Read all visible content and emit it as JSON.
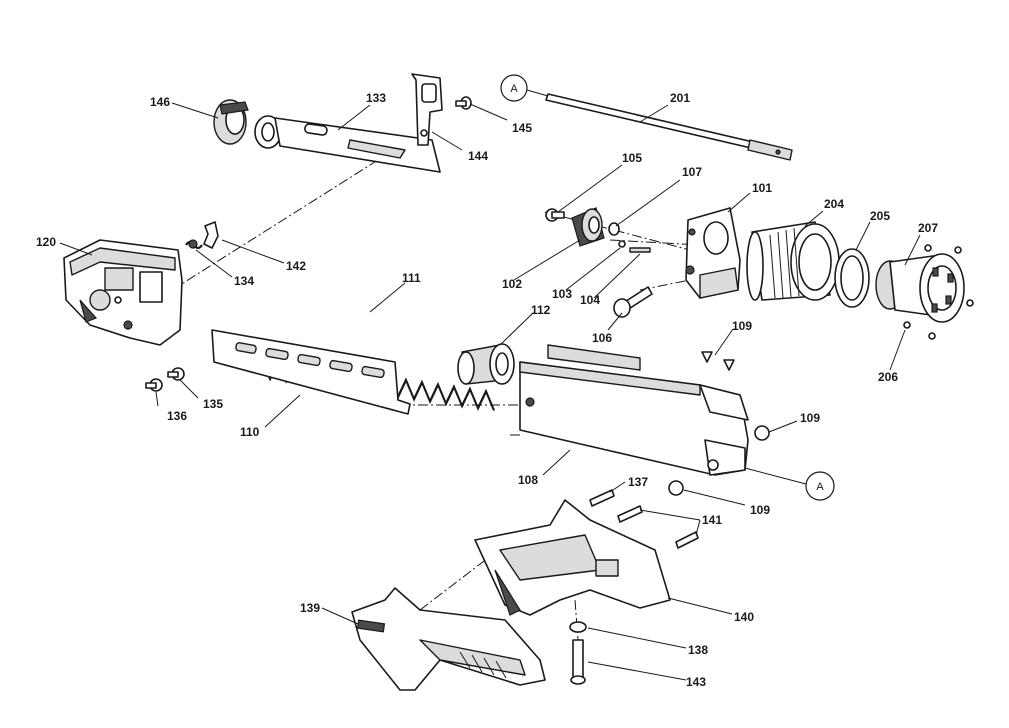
{
  "callouts": {
    "a_top": "A",
    "a_bottom": "A"
  },
  "labels": {
    "p146": "146",
    "p133": "133",
    "p145": "145",
    "p144": "144",
    "p201": "201",
    "p105": "105",
    "p107": "107",
    "p101": "101",
    "p204": "204",
    "p205": "205",
    "p207": "207",
    "p120": "120",
    "p142": "142",
    "p134": "134",
    "p111": "111",
    "p102": "102",
    "p103": "103",
    "p104": "104",
    "p106": "106",
    "p112": "112",
    "p109a": "109",
    "p206": "206",
    "p135": "135",
    "p136": "136",
    "p110": "110",
    "p109b": "109",
    "p108": "108",
    "p137": "137",
    "p109c": "109",
    "p141": "141",
    "p139": "139",
    "p140": "140",
    "p138": "138",
    "p143": "143"
  }
}
